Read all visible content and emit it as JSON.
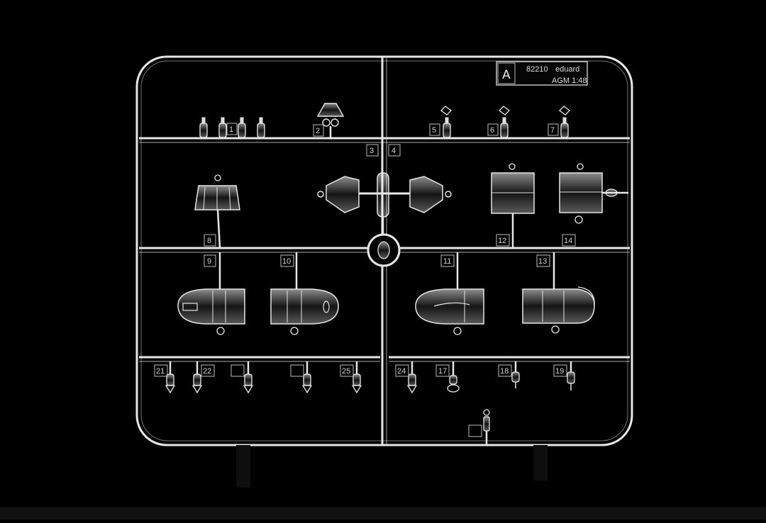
{
  "sprue": {
    "letter": "A",
    "kit_number": "82210",
    "brand": "eduard",
    "scale_line": "AGM 1:48"
  },
  "part_numbers": {
    "p1": "1",
    "p2": "2",
    "p3": "3",
    "p4": "4",
    "p5": "5",
    "p6": "6",
    "p7": "7",
    "p8": "8",
    "p9": "9",
    "p10": "10",
    "p11": "11",
    "p12": "12",
    "p13": "13",
    "p14": "14",
    "p17": "17",
    "p18": "18",
    "p19": "19",
    "p21": "21",
    "p22": "22",
    "p24": "24",
    "p25": "25"
  },
  "colors": {
    "background": "#000000",
    "clear_plastic": "#e6e6e6"
  }
}
